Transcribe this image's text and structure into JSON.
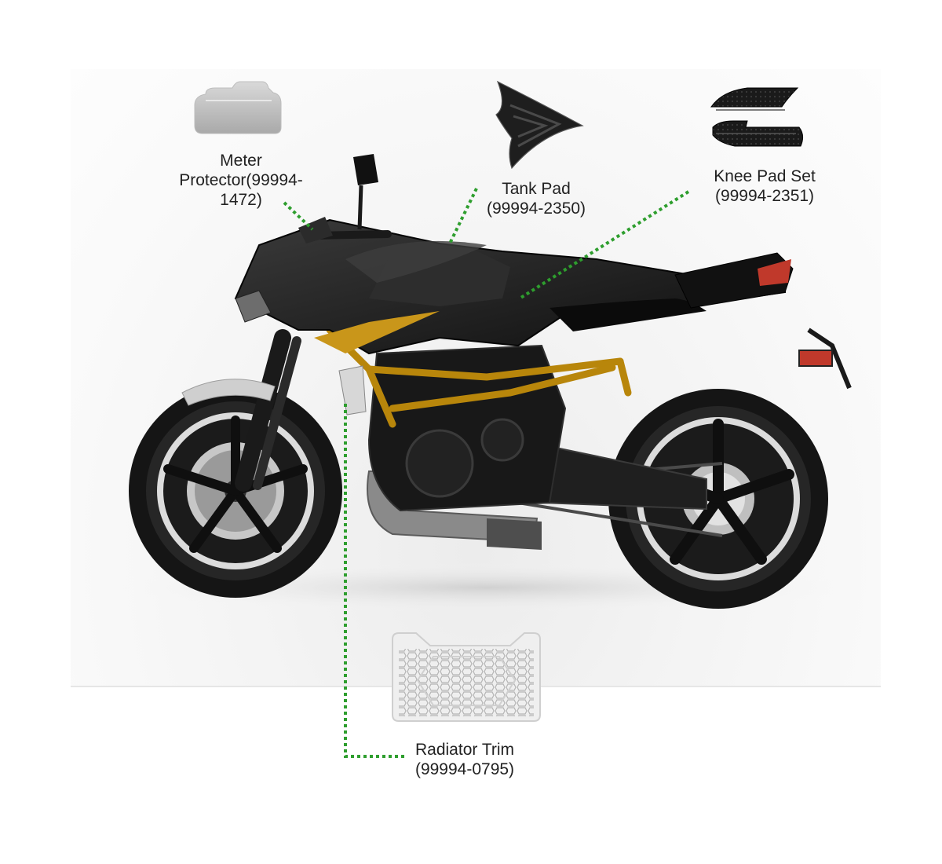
{
  "colors": {
    "leader_line": "#2e9e2e",
    "body_black": "#141414",
    "frame_gold": "#b8860b",
    "label_text": "#222222",
    "taillight_red": "#c0392b"
  },
  "callouts": {
    "meter_protector": {
      "line1": "Meter",
      "line2": "Protector(99994-",
      "line3": "1472)"
    },
    "tank_pad": {
      "line1": "Tank Pad",
      "line2": "(99994-2350)"
    },
    "knee_pad_set": {
      "line1": "Knee Pad Set",
      "line2": "(99994-2351)"
    },
    "radiator_trim": {
      "line1": "Radiator Trim",
      "line2": "(99994-0795)"
    }
  },
  "icons": {
    "meter_protector": "meter-protector-icon",
    "tank_pad": "tank-pad-icon",
    "knee_pad_set": "knee-pad-set-icon",
    "radiator_trim": "radiator-trim-icon",
    "motorcycle": "motorcycle-illustration"
  }
}
